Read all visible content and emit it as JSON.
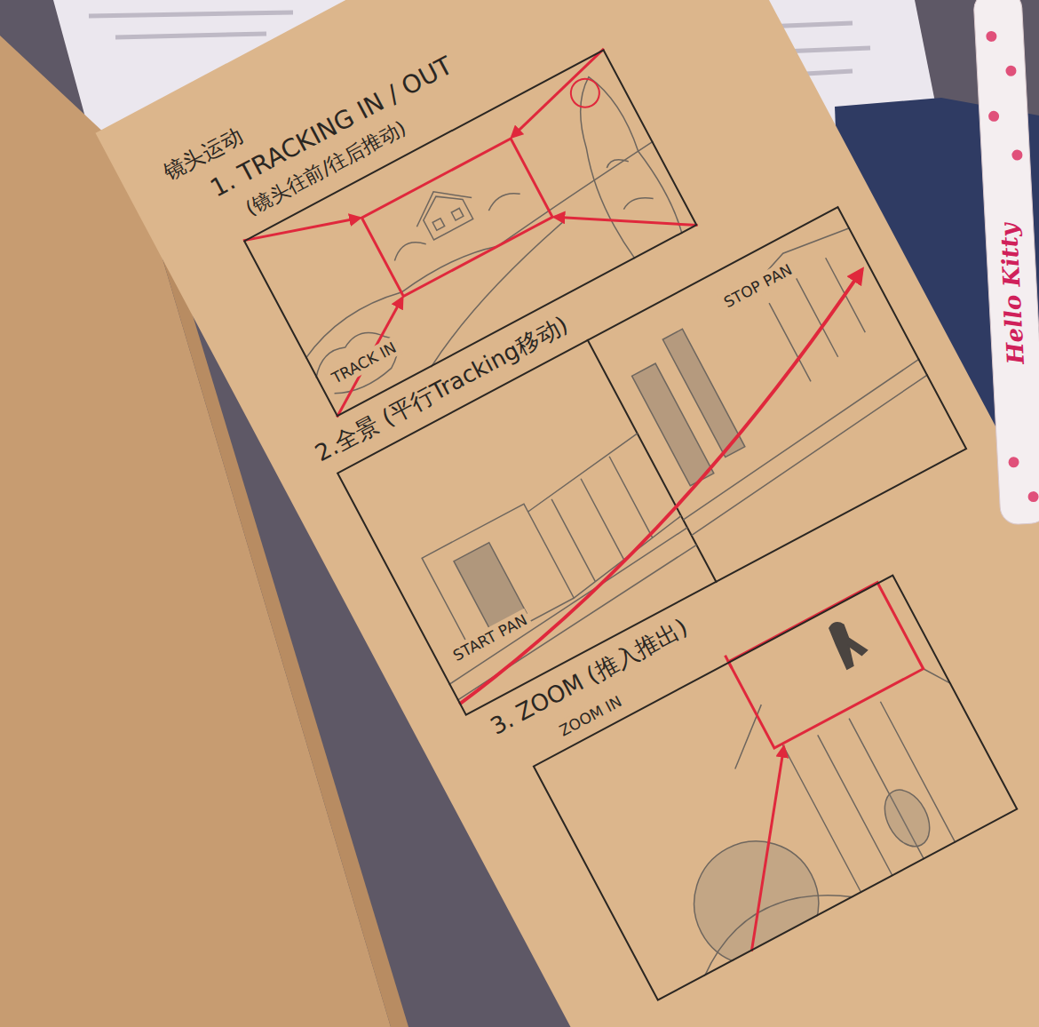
{
  "diagram": {
    "title": "镜头运动",
    "nodes": [
      {
        "text": [
          "TRACK IN"
        ]
      },
      {
        "text": [
          "START PAN",
          "STOP PAN"
        ]
      },
      {
        "text": [
          "ZOOM IN"
        ]
      }
    ],
    "labels": [
      "1. TRACKING IN / OUT",
      "(镜头往前/往后推动)",
      "2.全景 (平行Tracking移动)",
      "3. ZOOM (推入推出)",
      "Hello Kitty"
    ]
  }
}
